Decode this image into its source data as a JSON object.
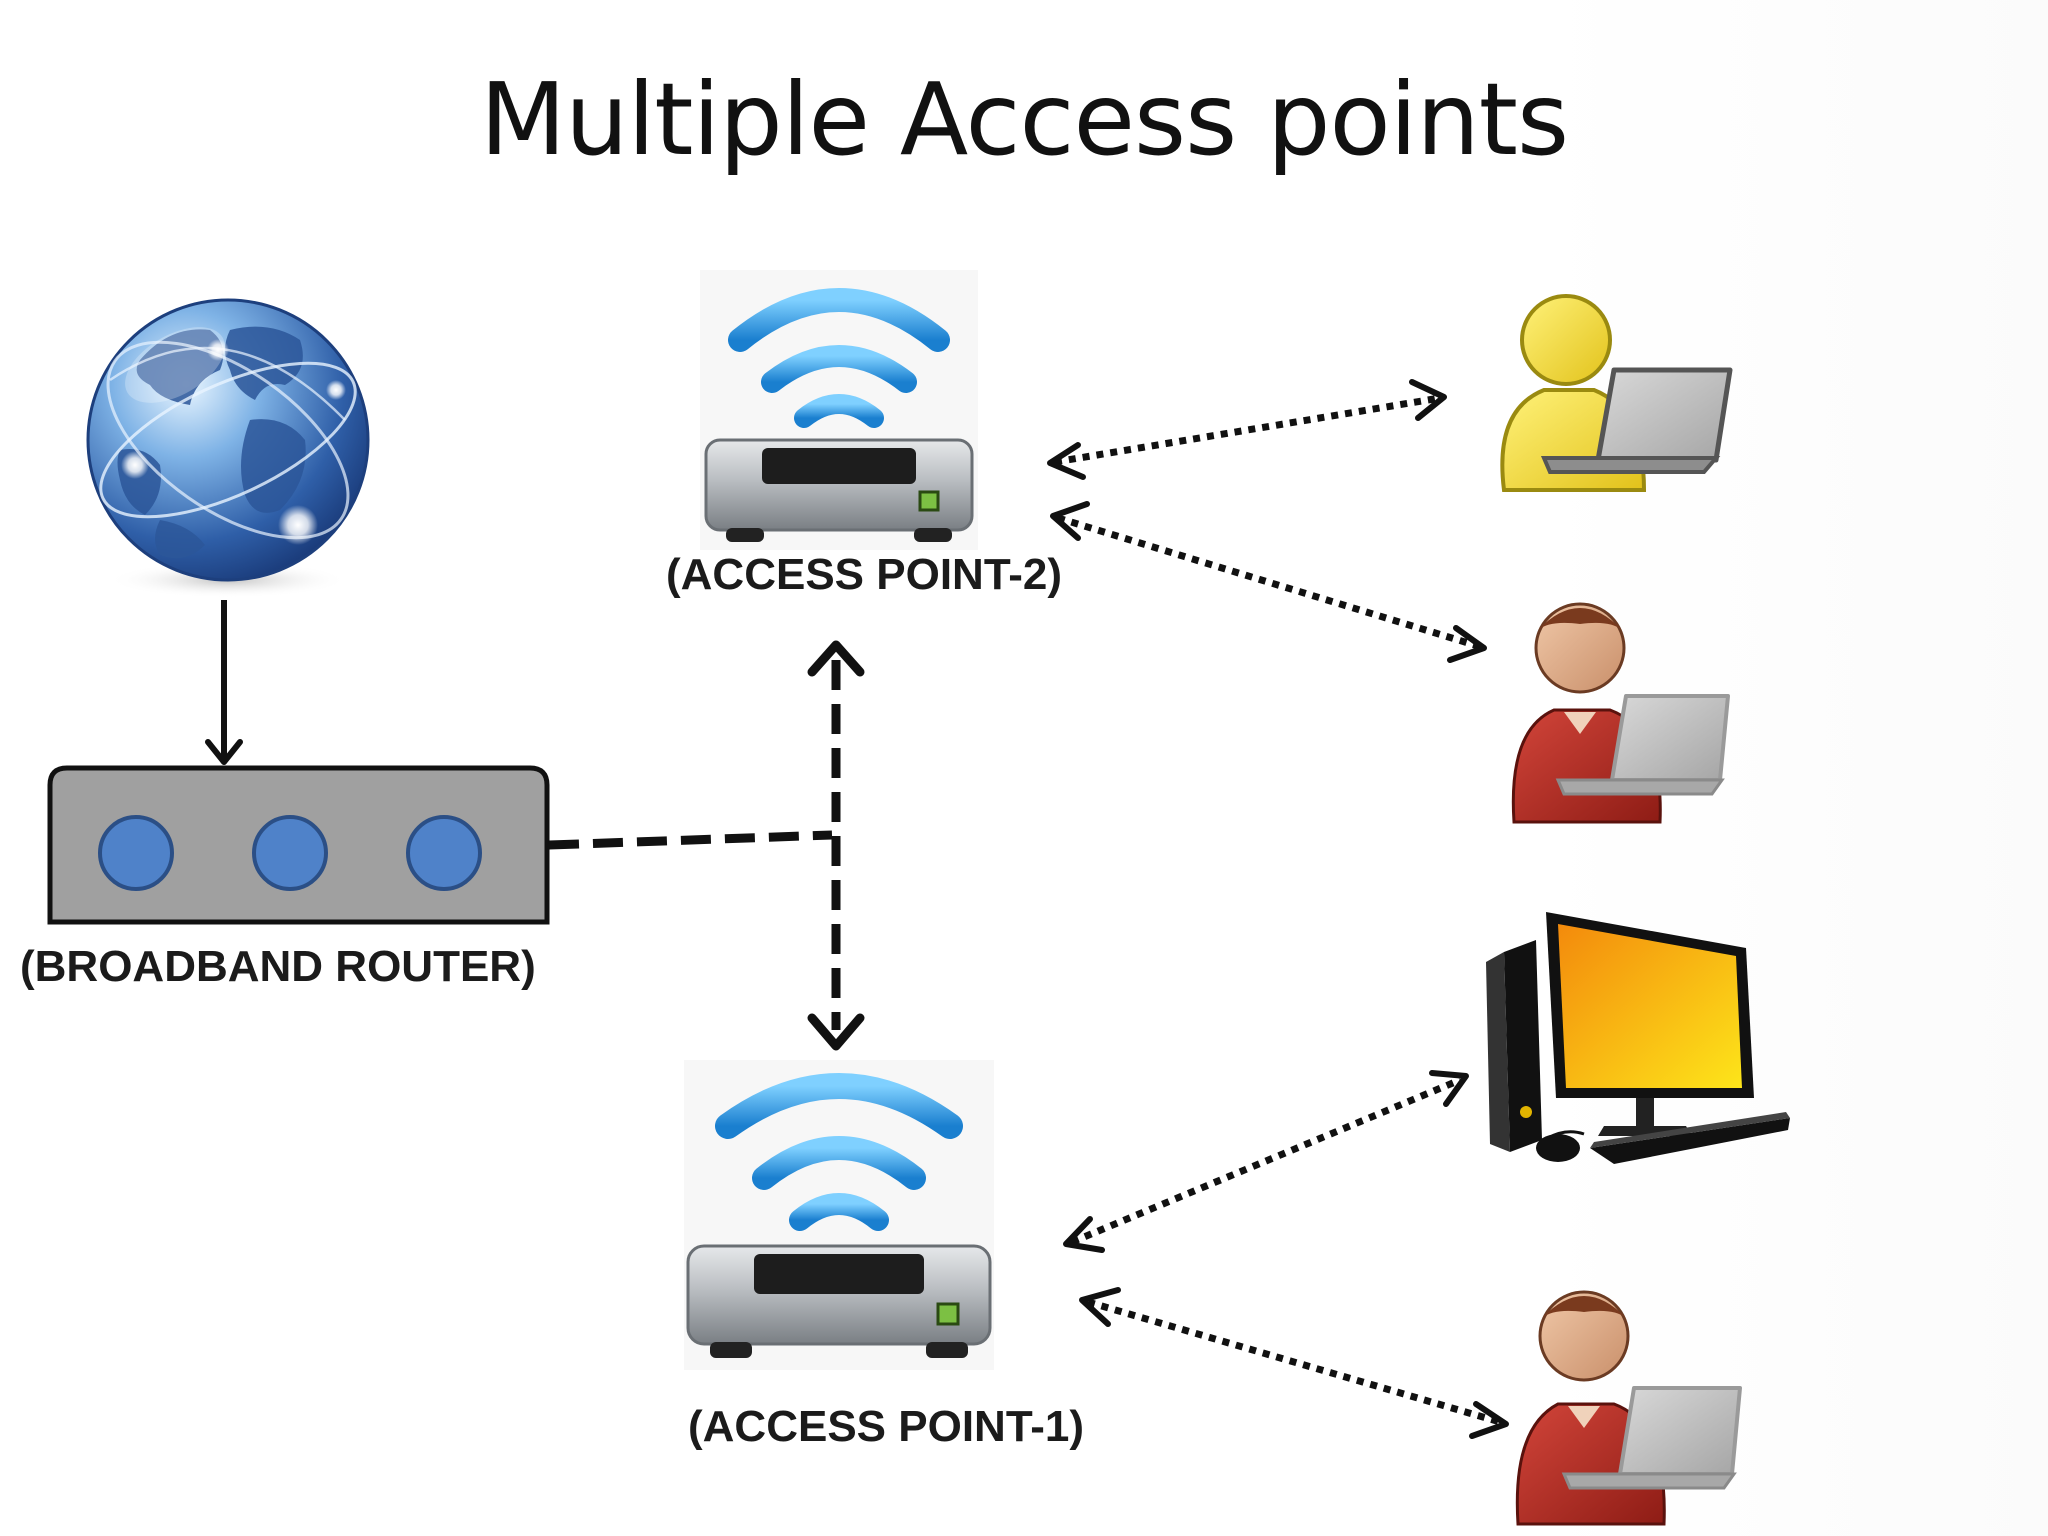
{
  "slide": {
    "title": "Multiple Access points"
  },
  "labels": {
    "access_point_2": "(ACCESS POINT-2)",
    "access_point_1": "(ACCESS POINT-1)",
    "broadband_router": "(BROADBAND ROUTER)"
  },
  "icons": {
    "globe": "globe-icon",
    "router": "broadband-router-icon",
    "access_point": "wireless-access-point-icon",
    "user_laptop_yellow": "user-laptop-icon",
    "user_laptop": "user-laptop-icon",
    "desktop_computer": "desktop-computer-icon"
  },
  "colors": {
    "router_body": "#a0a0a0",
    "router_port": "#4f82c9",
    "wifi_wave": "#2f9be0",
    "ap_led": "#7cc043",
    "monitor_screen": "#f7a40d",
    "user_yellow": "#f5df2e",
    "user_red_shirt": "#b3281f",
    "connector_line": "#111111"
  }
}
